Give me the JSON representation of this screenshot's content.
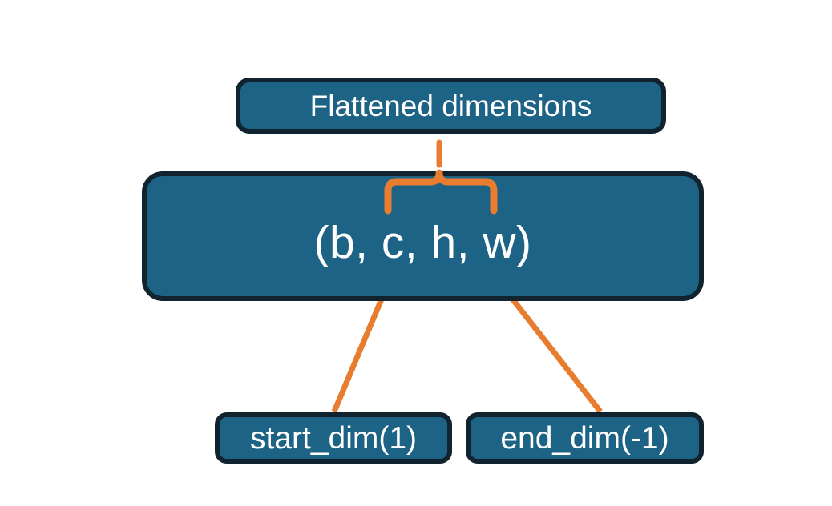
{
  "diagram": {
    "title_node": {
      "label": "Flattened dimensions"
    },
    "shape_node": {
      "label": "(b, c, h, w)"
    },
    "arg_nodes": [
      {
        "label": "start_dim(1)"
      },
      {
        "label": "end_dim(-1)"
      }
    ],
    "connectors": {
      "brace": {
        "name": "flatten-range-brace",
        "description": "curly brace spanning c..w pointing up to Flattened dimensions"
      },
      "arrow_start": {
        "name": "start-dim-arrow",
        "description": "arrow from start_dim(1) to the c element"
      },
      "arrow_end": {
        "name": "end-dim-arrow",
        "description": "arrow from end_dim(-1) to the w element"
      }
    },
    "colors": {
      "node_fill": "#1d6385",
      "node_border": "#11232f",
      "node_text": "#ffffff",
      "accent": "#e87d30",
      "background": "#ffffff"
    }
  }
}
